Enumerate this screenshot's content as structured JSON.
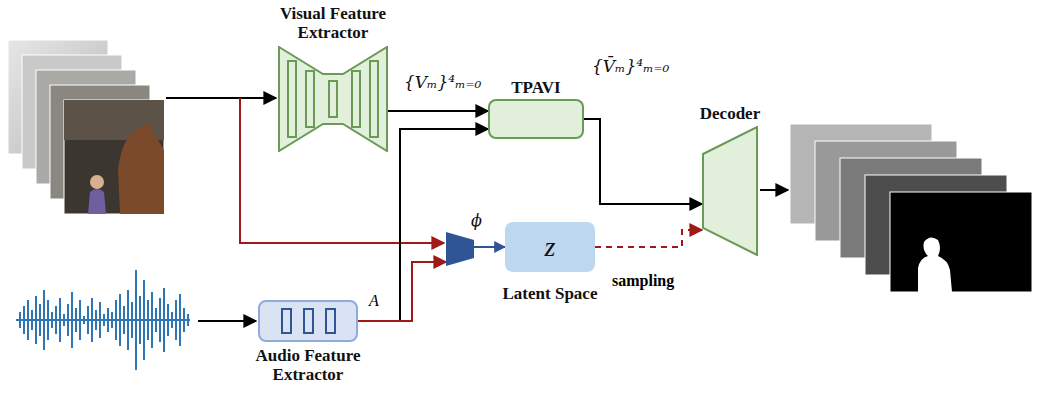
{
  "diagram": {
    "nodes": [
      {
        "text": [
          "Visual Feature Extractor"
        ]
      },
      {
        "text": [
          "TPAVI"
        ]
      },
      {
        "text": [
          "Decoder"
        ]
      },
      {
        "text": [
          "Audio Feature Extractor"
        ]
      },
      {
        "text": [
          "ϕ"
        ]
      },
      {
        "text": [
          "z",
          "Latent Space"
        ]
      }
    ],
    "edges": [
      {
        "from": 0,
        "to": 1,
        "arrow": "to",
        "label": "{Vₘ}⁴ₘ₌₀"
      },
      {
        "from": 3,
        "to": 1,
        "arrow": "to"
      },
      {
        "from": 1,
        "to": 2,
        "arrow": "to",
        "label": "{V̄ₘ}⁴ₘ₌₀"
      },
      {
        "from": 4,
        "to": 5,
        "arrow": "to"
      },
      {
        "from": 5,
        "to": 2,
        "arrow": "to"
      },
      {
        "from": 3,
        "to": 4,
        "arrow": "to"
      }
    ],
    "labels": [
      "A",
      "sampling"
    ]
  }
}
